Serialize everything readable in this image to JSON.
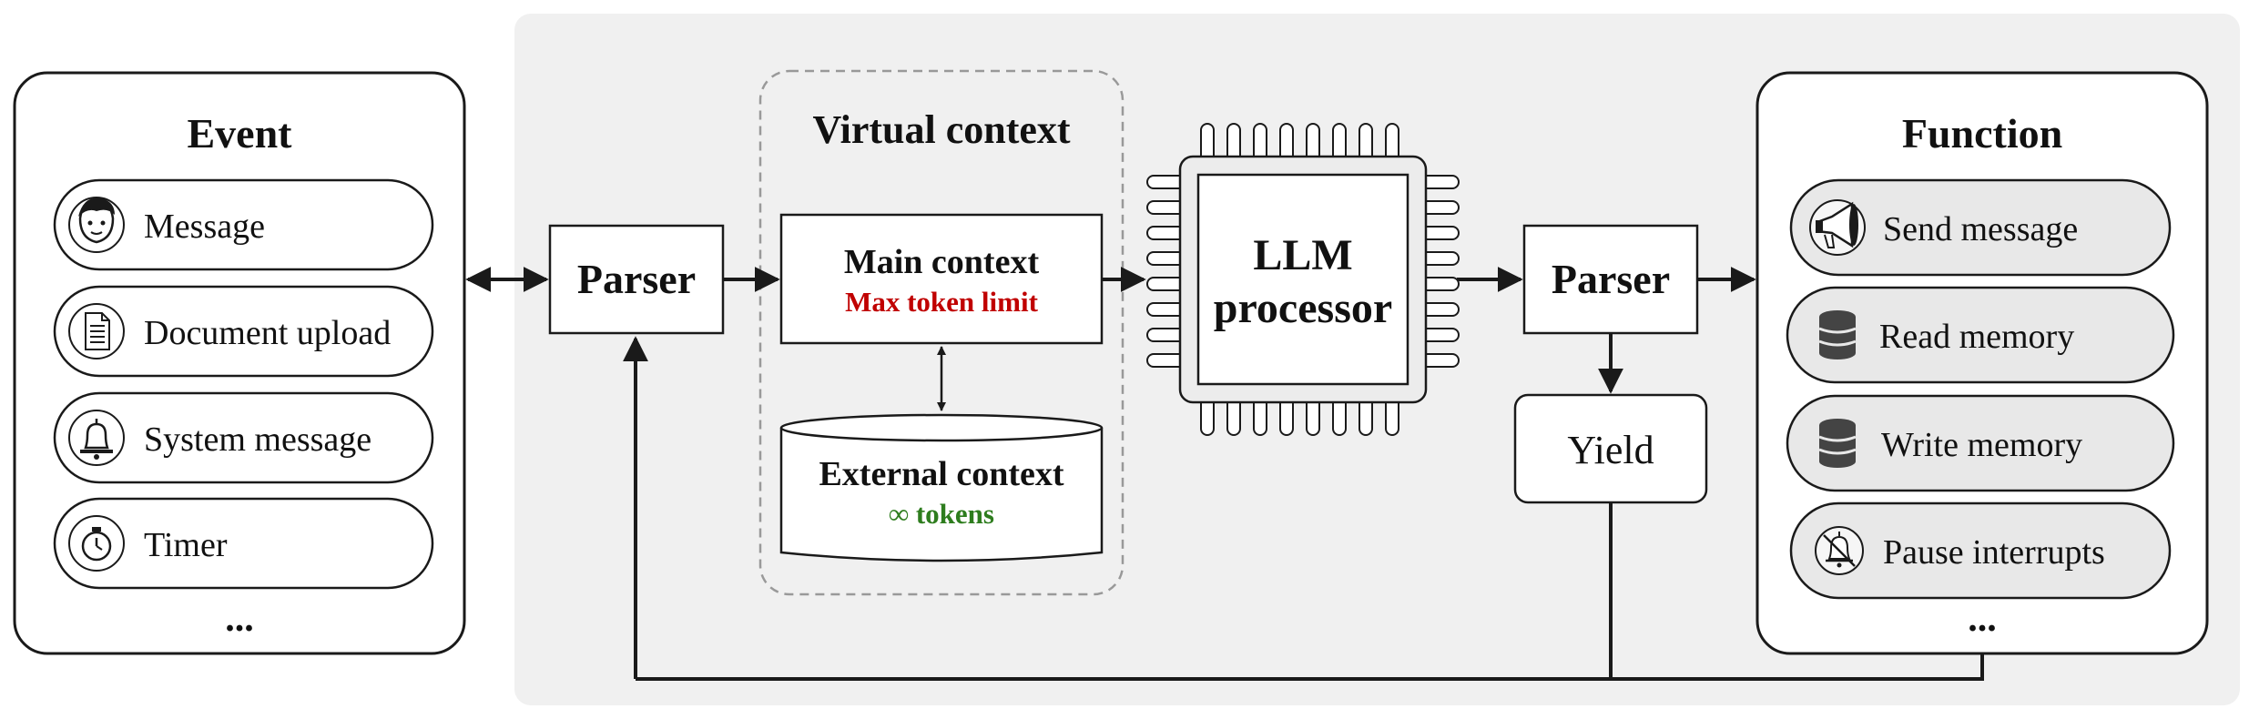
{
  "event_panel": {
    "title": "Event",
    "items": [
      {
        "label": "Message",
        "icon": "face-icon"
      },
      {
        "label": "Document upload",
        "icon": "document-icon"
      },
      {
        "label": "System message",
        "icon": "bell-icon"
      },
      {
        "label": "Timer",
        "icon": "stopwatch-icon"
      }
    ],
    "ellipsis": "..."
  },
  "parser_left": {
    "label": "Parser"
  },
  "virtual_context": {
    "title": "Virtual context",
    "main_context": {
      "title": "Main context",
      "subtitle": "Max token limit"
    },
    "external_context": {
      "title": "External context",
      "subtitle": "∞ tokens"
    }
  },
  "llm": {
    "line1": "LLM",
    "line2": "processor"
  },
  "parser_right": {
    "label": "Parser"
  },
  "yield": {
    "label": "Yield"
  },
  "function_panel": {
    "title": "Function",
    "items": [
      {
        "label": "Send message",
        "icon": "megaphone-icon"
      },
      {
        "label": "Read memory",
        "icon": "database-icon"
      },
      {
        "label": "Write memory",
        "icon": "database-icon"
      },
      {
        "label": "Pause interrupts",
        "icon": "bell-off-icon"
      }
    ],
    "ellipsis": "..."
  },
  "colors": {
    "background_panel": "#f0f0f0",
    "stroke": "#1a1a1a",
    "max_token": "#c00000",
    "tokens_green": "#2e7d1e",
    "pill_fill_function": "#e8e8e8",
    "dashed": "#999999"
  }
}
